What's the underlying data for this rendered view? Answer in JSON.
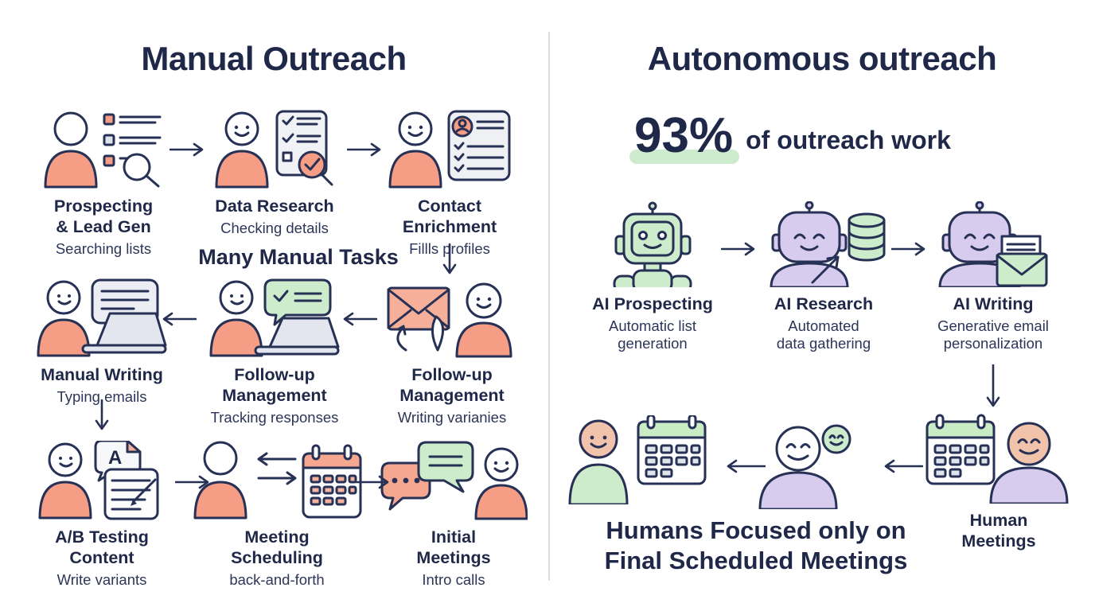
{
  "left": {
    "title": "Manual Outreach",
    "note": "Many Manual Tasks",
    "items": [
      {
        "label": "Prospecting\n& Lead Gen",
        "sublabel": "Searching lists"
      },
      {
        "label": "Data Research",
        "sublabel": "Checking details"
      },
      {
        "label": "Contact\nEnrichment",
        "sublabel": "Fillls profiles"
      },
      {
        "label": "Manual Writing",
        "sublabel": "Typing emails"
      },
      {
        "label": "Follow-up\nManagement",
        "sublabel": "Tracking responses"
      },
      {
        "label": "Follow-up\nManagement",
        "sublabel": "Writing varianies"
      },
      {
        "label": "A/B Testing\nContent",
        "sublabel": "Write variants"
      },
      {
        "label": "Meeting\nScheduling",
        "sublabel": "back-and-forth"
      },
      {
        "label": "Initial\nMeetings",
        "sublabel": "Intro calls"
      }
    ]
  },
  "right": {
    "title": "Autonomous outreach",
    "stat_value": "93%",
    "stat_text": "of outreach work",
    "items": [
      {
        "label": "AI Prospecting",
        "sublabel": "Automatic list\ngeneration"
      },
      {
        "label": "AI Research",
        "sublabel": "Automated\ndata gathering"
      },
      {
        "label": "AI Writing",
        "sublabel": "Generative email\npersonalization"
      }
    ],
    "human_label": "Human\nMeetings",
    "note": "Humans Focused only on\nFinal Scheduled Meetings"
  },
  "colors": {
    "navy_text": "#1f2848",
    "outline": "#273156",
    "salmon": "#f59e85",
    "salmon_light": "#f6b09a",
    "green": "#cdeccb",
    "green_highlight": "#cdeccf",
    "purple": "#d7cbee",
    "tan": "#f1c3ab",
    "gray_doc": "#eef0f4",
    "gray_laptop": "#e3e6ee"
  }
}
